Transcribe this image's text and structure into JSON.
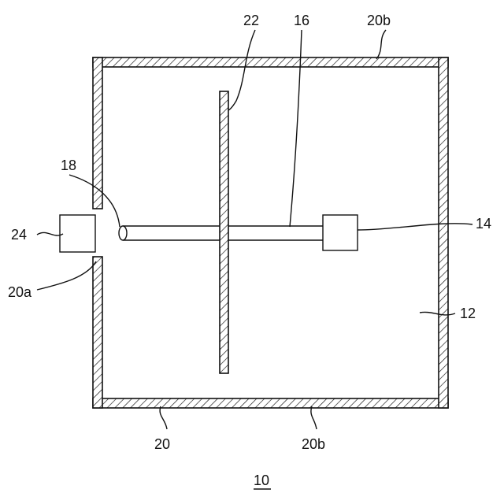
{
  "figure": {
    "number": "10"
  },
  "labels": {
    "device_body": "12",
    "end_block": "14",
    "rod": "16",
    "rod_tip": "18",
    "chamber": "20",
    "opening": "20a",
    "wall_top": "20b",
    "wall_bottom": "20b",
    "plate": "22",
    "external_block": "24"
  }
}
